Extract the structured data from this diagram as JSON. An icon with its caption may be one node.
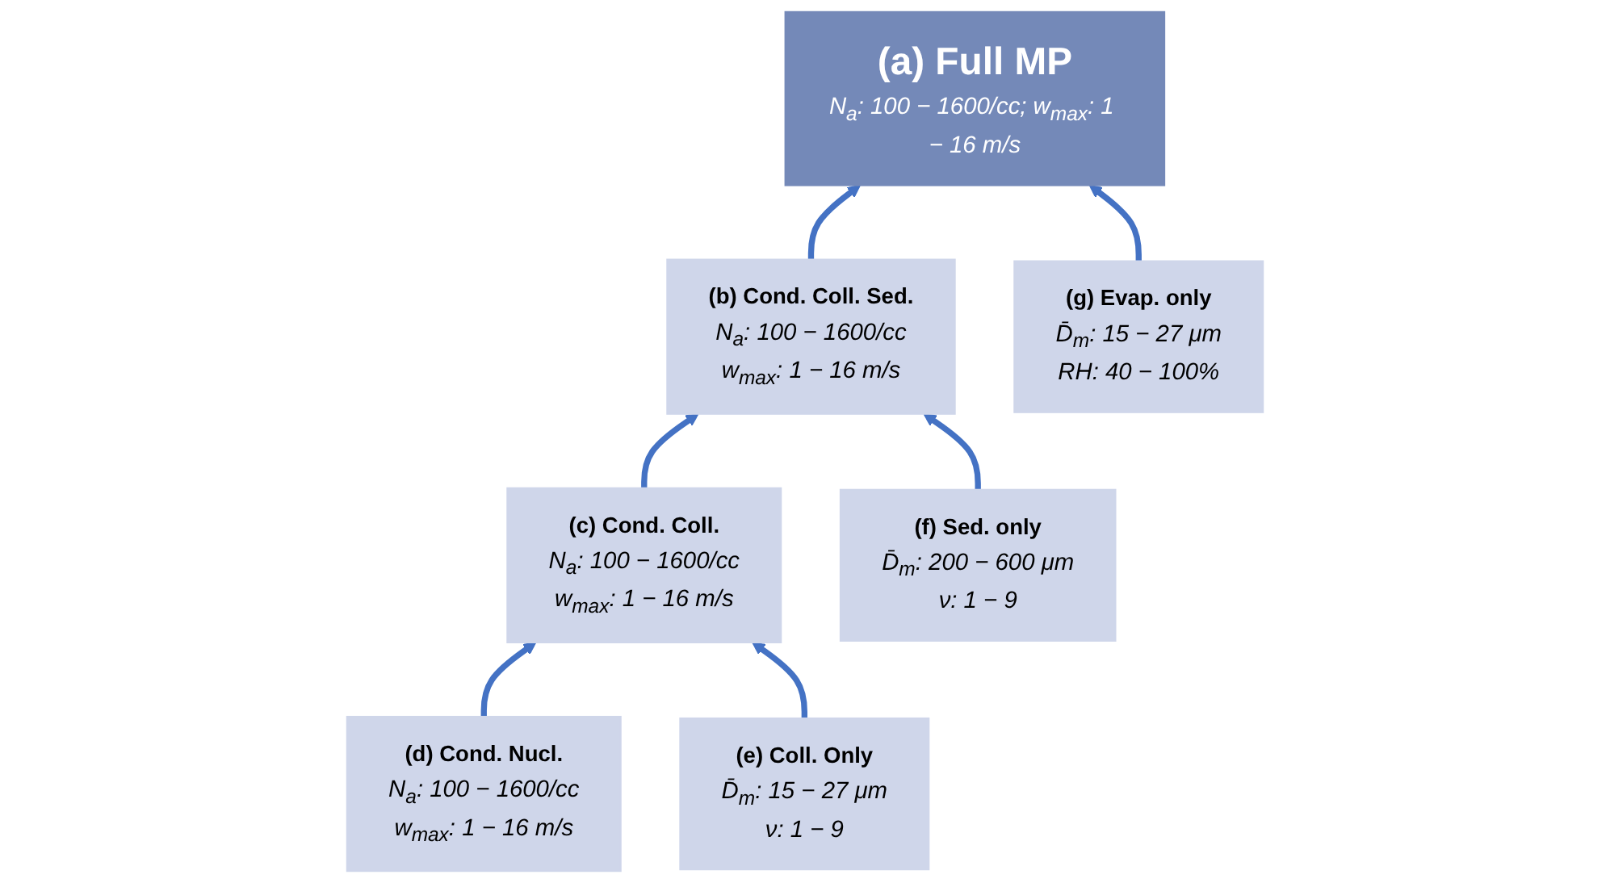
{
  "diagram": {
    "nodes": [
      {
        "text": [
          "(a) Full MP",
          "N$_{a}$: 100 − 1600/cc; w$_{max}$: 1 − 16 m/s"
        ]
      },
      {
        "text": [
          "(b) Cond. Coll. Sed.",
          "N$_{a}$: 100 − 1600/cc",
          "w$_{max}$: 1 − 16 m/s"
        ]
      },
      {
        "text": [
          "(c) Cond. Coll.",
          "N$_{a}$: 100 − 1600/cc",
          "w$_{max}$: 1 − 16 m/s"
        ]
      },
      {
        "text": [
          "(d) Cond. Nucl.",
          "N$_{a}$: 100 − 1600/cc",
          "w$_{max}$: 1 − 16 m/s"
        ]
      },
      {
        "text": [
          "(e) Coll. Only",
          "D̄$_{m}$: 15 − 27 μm",
          "ν: 1 − 9"
        ]
      },
      {
        "text": [
          "(f) Sed. only",
          "D̄$_{m}$: 200 − 600 μm",
          "ν: 1 − 9"
        ]
      },
      {
        "text": [
          "(g) Evap. only",
          "D̄$_{m}$: 15 − 27 μm",
          "RH: 40 − 100%"
        ]
      }
    ],
    "edges": [
      {
        "from": 1,
        "to": 0,
        "arrow": "to"
      },
      {
        "from": 6,
        "to": 0,
        "arrow": "to"
      },
      {
        "from": 2,
        "to": 1,
        "arrow": "to"
      },
      {
        "from": 5,
        "to": 1,
        "arrow": "to"
      },
      {
        "from": 3,
        "to": 2,
        "arrow": "to"
      },
      {
        "from": 4,
        "to": 2,
        "arrow": "to"
      }
    ]
  }
}
